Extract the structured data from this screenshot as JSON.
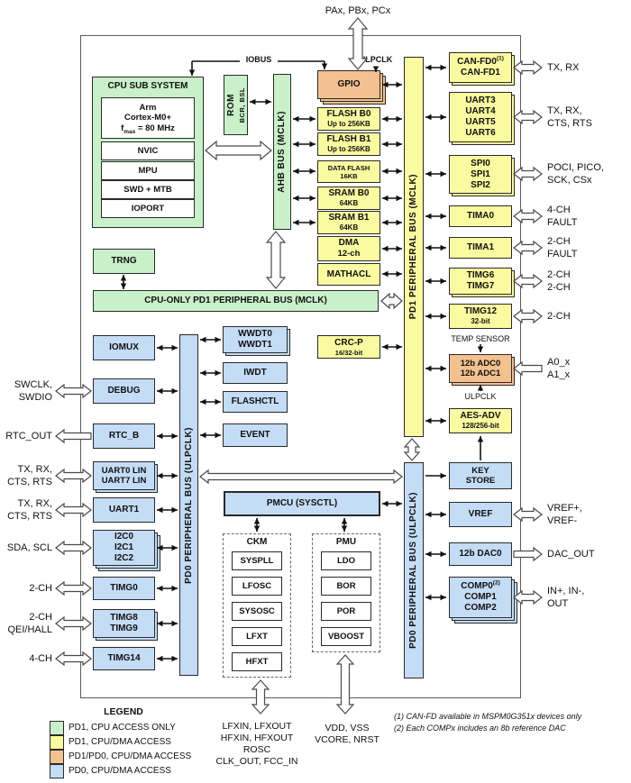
{
  "top": {
    "pax": "PAx, PBx, PCx",
    "iobus": "IOBUS",
    "ulpclk": "ULPCLK"
  },
  "cpu": {
    "title": "CPU SUB SYSTEM",
    "core1": "Arm",
    "core2": "Cortex-M0+",
    "fmax_f": "f",
    "fmax_sub": "max",
    "fmax_rest": " = 80 MHz",
    "rows": [
      "NVIC",
      "MPU",
      "SWD + MTB",
      "IOPORT"
    ]
  },
  "rom": {
    "name": "ROM",
    "sub": "BCR, BSL"
  },
  "trng": "TRNG",
  "buses": {
    "ahb": "AHB BUS (MCLK)",
    "cpu_only": "CPU-ONLY  PD1 PERIPHERAL BUS (MCLK)",
    "pd1": "PD1 PERIPHERAL BUS (MCLK)",
    "pd0_left": "PD0 PERIPHERAL BUS (ULPCLK)",
    "pd0_right": "PD0 PERIPHERAL BUS (ULPCLK)"
  },
  "mem": {
    "gpio": "GPIO",
    "flash_b0": [
      "FLASH B0",
      "Up to 256KB"
    ],
    "flash_b1": [
      "FLASH B1",
      "Up to 256KB"
    ],
    "data_flash": [
      "DATA FLASH",
      "16KB"
    ],
    "sram_b0": [
      "SRAM B0",
      "64KB"
    ],
    "sram_b1": [
      "SRAM B1",
      "64KB"
    ],
    "dma": [
      "DMA",
      "12-ch"
    ],
    "mathacl": "MATHACL",
    "crc": [
      "CRC-P",
      "16/32-bit"
    ]
  },
  "right": {
    "can": {
      "l1": "CAN-FD0",
      "sup": "(1)",
      "l2": "CAN-FD1",
      "pins": [
        "TX, RX"
      ]
    },
    "uart": {
      "l": [
        "UART3",
        "UART4",
        "UART5",
        "UART6"
      ],
      "pins": [
        "TX, RX,",
        "CTS, RTS"
      ]
    },
    "spi": {
      "l": [
        "SPI0",
        "SPI1",
        "SPI2"
      ],
      "pins": [
        "POCI, PICO,",
        "SCK, CSx"
      ]
    },
    "tima0": {
      "l": "TIMA0",
      "pins": [
        "4-CH",
        "FAULT"
      ]
    },
    "tima1": {
      "l": "TIMA1",
      "pins": [
        "2-CH",
        "FAULT"
      ]
    },
    "timg67": {
      "l": [
        "TIMG6",
        "TIMG7"
      ],
      "pins": [
        "2-CH",
        "2-CH"
      ]
    },
    "timg12": {
      "l": [
        "TIMG12",
        "32-bit"
      ],
      "pins": [
        "2-CH"
      ]
    },
    "temp": "TEMP SENSOR",
    "adc": {
      "l": [
        "12b ADC0",
        "12b ADC1"
      ],
      "pins": [
        "A0_x",
        "A1_x"
      ],
      "ulpclk": "ULPCLK"
    },
    "aes": {
      "l": [
        "AES-ADV",
        "128/256-bit"
      ]
    },
    "key": {
      "l": [
        "KEY",
        "STORE"
      ]
    },
    "vref": {
      "l": "VREF",
      "pins": [
        "VREF+,",
        "VREF-"
      ]
    },
    "dac": {
      "l": "12b DAC0",
      "pins": [
        "DAC_OUT"
      ]
    },
    "comp": {
      "l1": "COMP0",
      "sup": "(2)",
      "l2": "COMP1",
      "l3": "COMP2",
      "pins": [
        "IN+, IN-,",
        "OUT"
      ]
    }
  },
  "left": {
    "iomux": "IOMUX",
    "debug": {
      "l": "DEBUG",
      "pins": [
        "SWCLK,",
        "SWDIO"
      ]
    },
    "rtc": {
      "l": "RTC_B",
      "pins": [
        "RTC_OUT"
      ]
    },
    "uart07": {
      "l": [
        "UART0 LIN",
        "UART7 LIN"
      ],
      "pins": [
        "TX, RX,",
        "CTS, RTS"
      ]
    },
    "uart1": {
      "l": "UART1",
      "pins": [
        "TX, RX,",
        "CTS, RTS"
      ]
    },
    "i2c": {
      "l": [
        "I2C0",
        "I2C1",
        "I2C2"
      ],
      "pins": [
        "SDA, SCL"
      ]
    },
    "timg0": {
      "l": "TIMG0",
      "pins": [
        "2-CH"
      ]
    },
    "timg89": {
      "l": [
        "TIMG8",
        "TIMG9"
      ],
      "pins": [
        "2-CH",
        "QEI/HALL"
      ]
    },
    "timg14": {
      "l": "TIMG14",
      "pins": [
        "4-CH"
      ]
    }
  },
  "mid2": {
    "wwdt": [
      "WWDT0",
      "WWDT1"
    ],
    "iwdt": "IWDT",
    "flashctl": "FLASHCTL",
    "event": "EVENT"
  },
  "pmcu": "PMCU (SYSCTL)",
  "ckm": {
    "title": "CKM",
    "items": [
      "SYSPLL",
      "LFOSC",
      "SYSOSC",
      "LFXT",
      "HFXT"
    ]
  },
  "pmu": {
    "title": "PMU",
    "items": [
      "LDO",
      "BOR",
      "POR",
      "VBOOST"
    ]
  },
  "bottom": {
    "clk_pins": [
      "LFXIN, LFXOUT",
      "HFXIN, HFXOUT",
      "ROSC",
      "CLK_OUT, FCC_IN"
    ],
    "pwr_pins": [
      "VDD, VSS",
      "VCORE, NRST"
    ]
  },
  "legend": {
    "title": "LEGEND",
    "items": [
      {
        "color": "#c9f0c9",
        "label": "PD1, CPU ACCESS ONLY"
      },
      {
        "color": "#fafaa0",
        "label": "PD1, CPU/DMA ACCESS"
      },
      {
        "color": "#f3c08f",
        "label": "PD1/PD0, CPU/DMA ACCESS"
      },
      {
        "color": "#c4dcf5",
        "label": "PD0, CPU/DMA ACCESS"
      }
    ]
  },
  "footnotes": [
    "(1) CAN-FD available in MSPM0G351x devices only",
    "(2) Each COMPx includes an 8b reference DAC"
  ]
}
